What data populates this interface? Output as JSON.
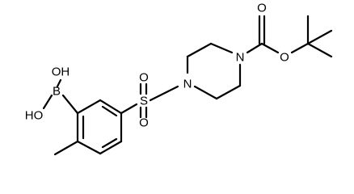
{
  "molecule": {
    "atom_labels": {
      "OH_top": "OH",
      "HO_left": "HO",
      "B": "B",
      "S": "S",
      "O_sulfonyl_top": "O",
      "O_sulfonyl_bottom": "O",
      "N_piperazine_left": "N",
      "N_piperazine_right": "N",
      "O_carbonyl": "O",
      "O_ester": "O"
    }
  }
}
